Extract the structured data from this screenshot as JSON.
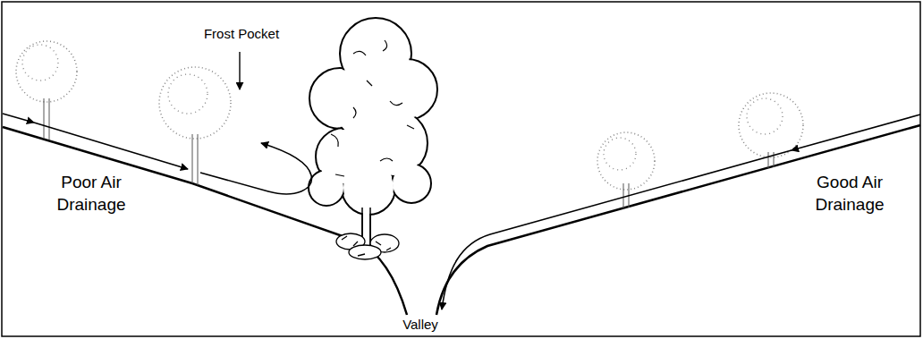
{
  "diagram": {
    "labels": [
      "Frost Pocket",
      "Poor Air Drainage",
      "Good Air Drainage",
      "Valley"
    ]
  }
}
